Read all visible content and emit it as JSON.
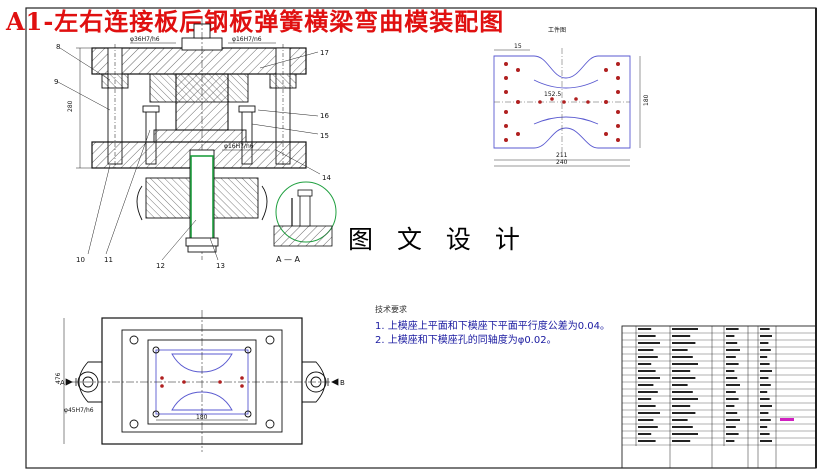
{
  "title": "A1-左右连接板后钢板弹簧横梁弯曲模装配图",
  "watermark": "图 文 设 计",
  "section_label": "A — A",
  "part_name": "工件图",
  "notes": {
    "heading": "技术要求",
    "items": [
      "1. 上模座上平面和下模座下平面平行度公差为0.04。",
      "2. 上模座和下模座孔的同轴度为φ0.02。"
    ]
  },
  "dims": {
    "d1": "φ36H7/h6",
    "d2": "φ16H7/n6",
    "d3": "φ16H7/n6",
    "height": "280",
    "part_top": "15",
    "part_w1": "211",
    "part_w2": "240",
    "part_h": "180",
    "part_mid": "152.5",
    "plan_h": "476",
    "plan_w": "180",
    "plan_fit": "φ45H7/h6"
  },
  "callouts": [
    "8",
    "9",
    "10",
    "11",
    "12",
    "13",
    "14",
    "15",
    "16",
    "17"
  ],
  "section_letters": [
    "A",
    "B"
  ],
  "colors": {
    "title": "#e01010",
    "notes": "#1a1aa0",
    "part_line": "#5a5ad0",
    "hole": "#b02020",
    "green": "#20a040",
    "magenta": "#d020c0"
  }
}
